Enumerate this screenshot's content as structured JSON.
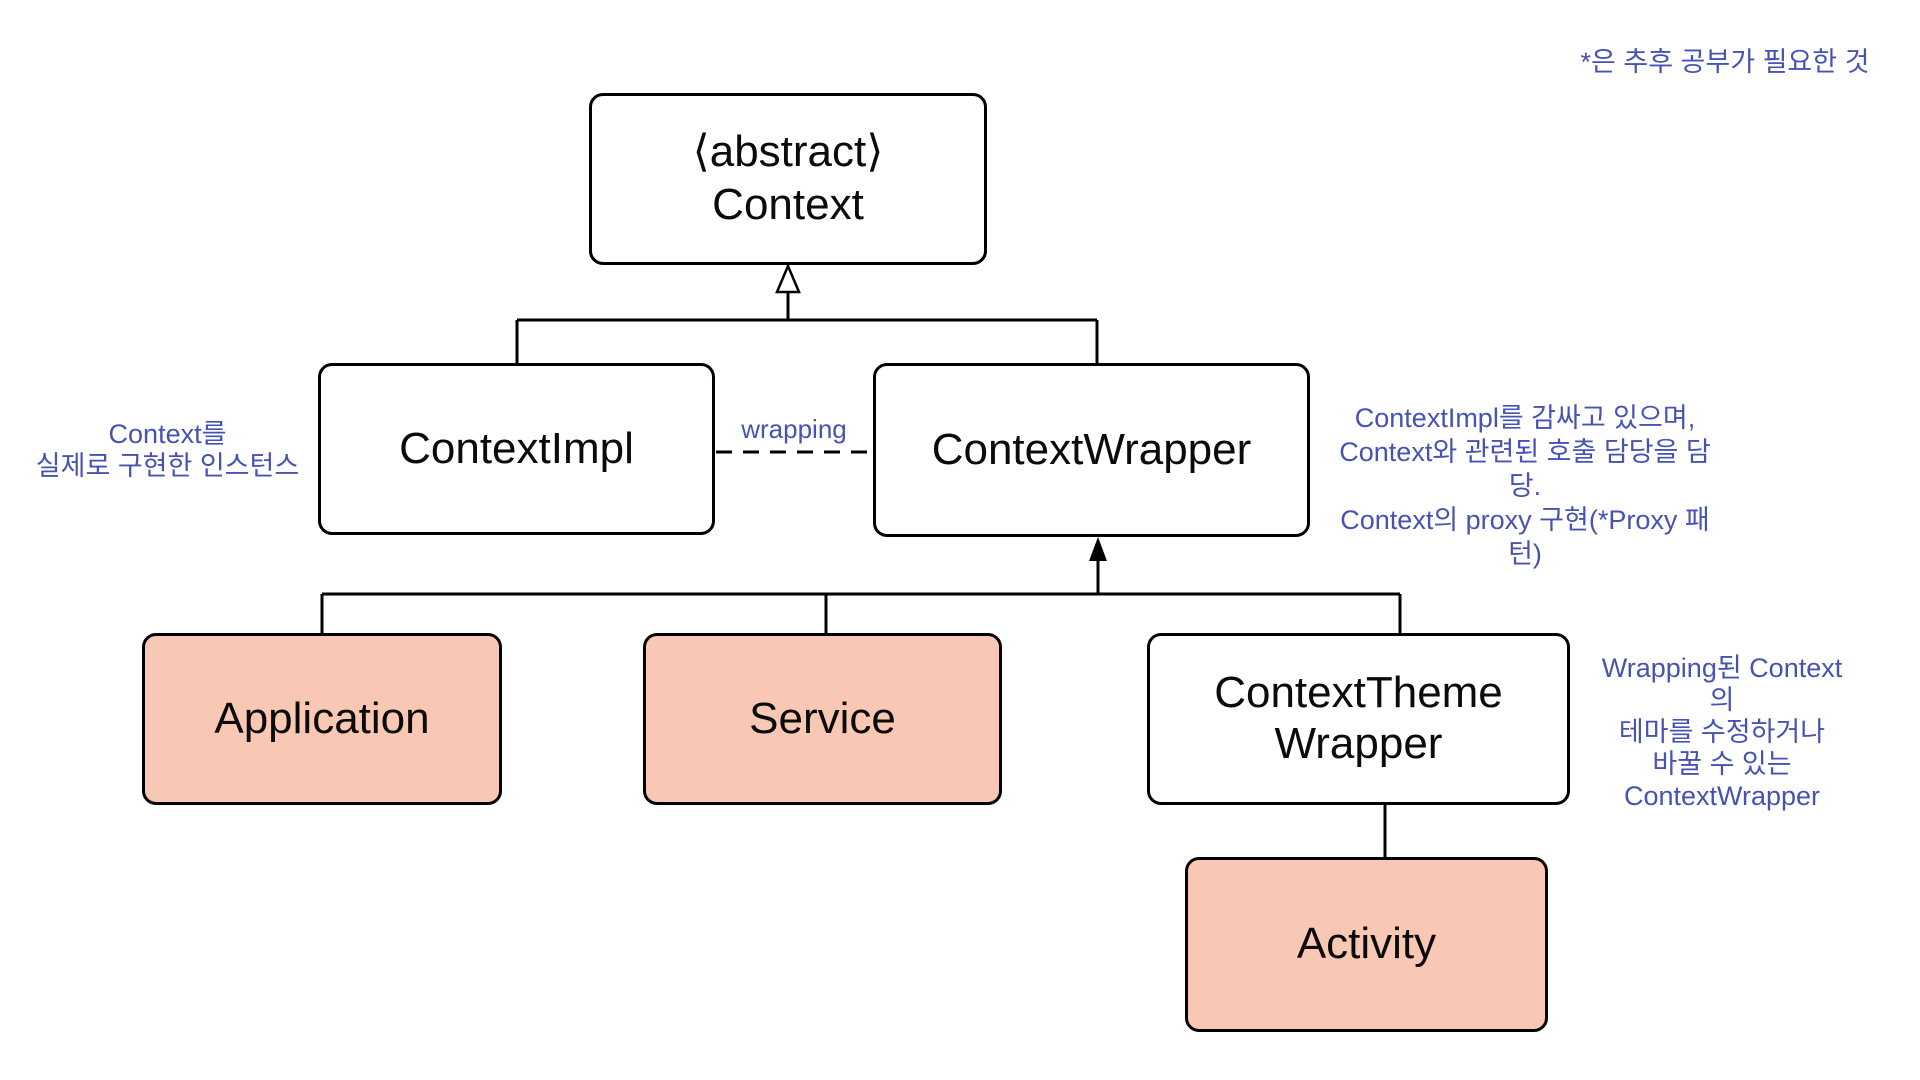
{
  "diagram": {
    "legend_note": "*은 추후 공부가 필요한 것",
    "nodes": {
      "context": {
        "label": "⟨abstract⟩\nContext"
      },
      "context_impl": {
        "label": "ContextImpl"
      },
      "context_wrapper": {
        "label": "ContextWrapper"
      },
      "application": {
        "label": "Application"
      },
      "service": {
        "label": "Service"
      },
      "context_theme_wrapper": {
        "label": "ContextTheme\nWrapper"
      },
      "activity": {
        "label": "Activity"
      }
    },
    "edge_labels": {
      "wrapping": "wrapping"
    },
    "annotations": {
      "context_impl_note": "Context를\n실제로 구현한 인스턴스",
      "context_wrapper_note": "ContextImpl를 감싸고 있으며,\nContext와 관련된 호출 담당을 담당.\nContext의 proxy 구현(*Proxy 패턴)",
      "context_theme_wrapper_note": "Wrapping된 Context의\n테마를 수정하거나\n바꿀 수 있는\nContextWrapper"
    },
    "colors": {
      "annotation_blue": "#4753b2",
      "node_pink": "#f9c8b5",
      "node_white": "#ffffff",
      "line_black": "#000000"
    }
  }
}
